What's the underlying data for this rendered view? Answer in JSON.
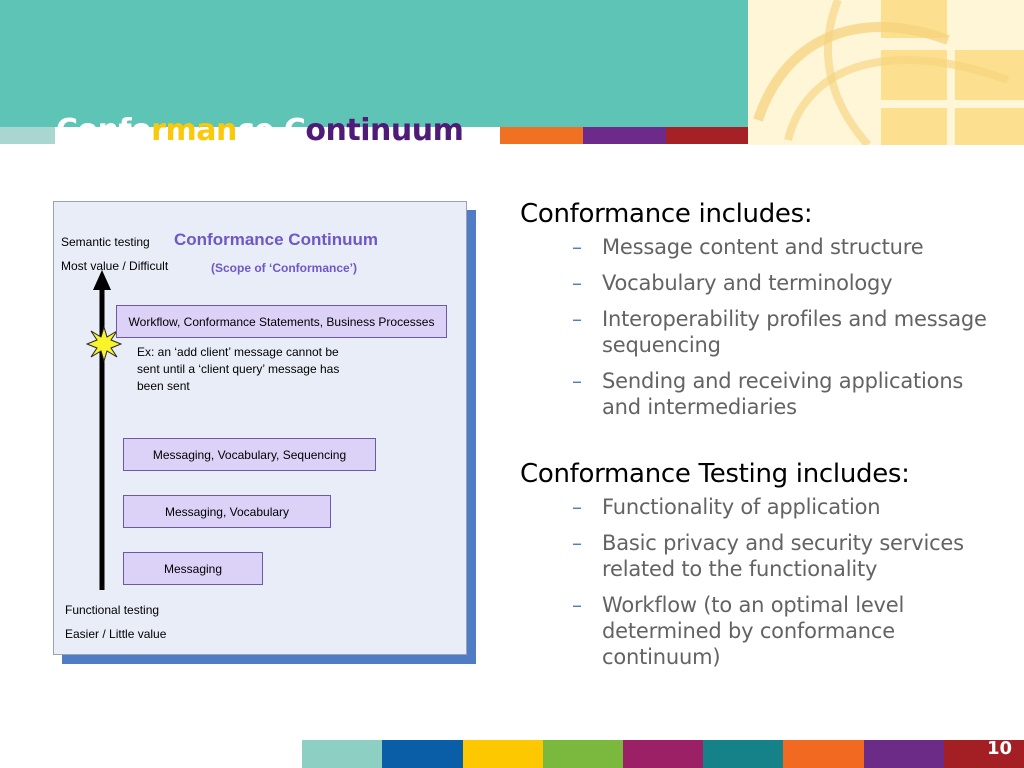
{
  "colors": {
    "teal": "#5ec4b5",
    "title_white": "#ffffff",
    "title_yellow": "#f9c90b",
    "title_purple": "#4f1b78",
    "diagram_accent": "#6f57c8",
    "bullet_gray": "#636363",
    "dash_blue": "#4f7cc4"
  },
  "slide": {
    "title_parts": [
      "Confo",
      "rman",
      "ce C",
      "ontinuum"
    ],
    "page_number": "10"
  },
  "diagram": {
    "semantic_label": "Semantic testing",
    "top_value_label": "Most value / Difficult",
    "title": "Conformance Continuum",
    "subtitle": "(Scope of ‘Conformance’)",
    "levels": [
      "Workflow, Conformance Statements, Business Processes",
      "Messaging, Vocabulary, Sequencing",
      "Messaging, Vocabulary",
      "Messaging"
    ],
    "example": "Ex: an ‘add client’ message cannot be sent until a ‘client query’ message has been sent",
    "functional_label": "Functional testing",
    "bottom_value_label": "Easier / Little value",
    "icons": [
      "up-arrow-icon",
      "starburst-icon"
    ]
  },
  "content": {
    "sections": [
      {
        "heading": "Conformance includes:",
        "items": [
          "Message content and structure",
          "Vocabulary and terminology",
          "Interoperability profiles and message sequencing",
          "Sending and receiving applications and intermediaries"
        ]
      },
      {
        "heading": "Conformance Testing includes:",
        "items": [
          "Functionality of application",
          "Basic privacy and security services related to the functionality",
          "Workflow (to an optimal level determined by conformance continuum)"
        ]
      }
    ],
    "dash": "–"
  }
}
